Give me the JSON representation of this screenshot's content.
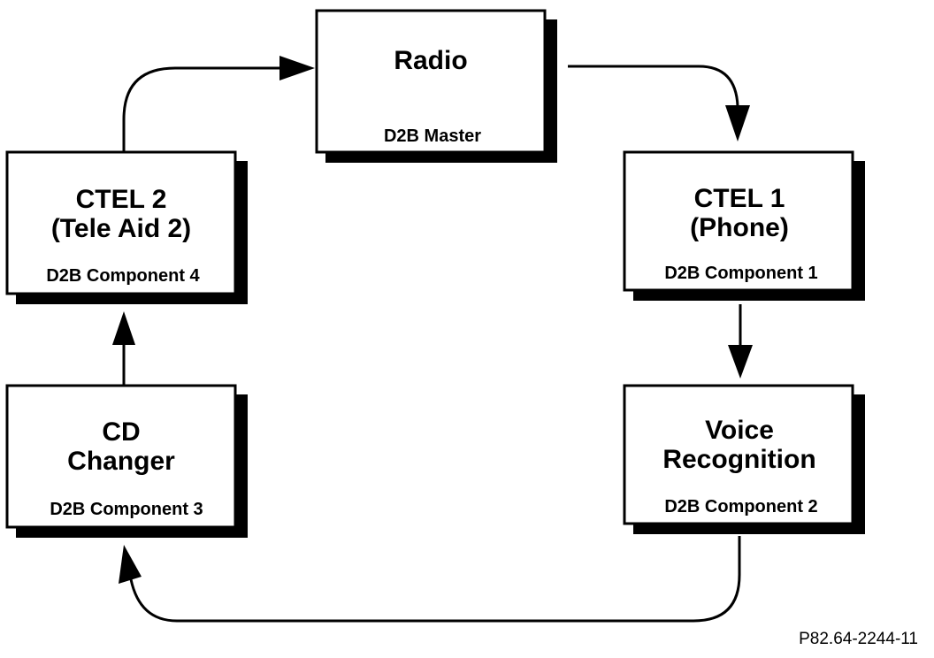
{
  "nodes": {
    "radio": {
      "title": [
        "Radio"
      ],
      "subtitle": "D2B Master"
    },
    "ctel1": {
      "title": [
        "CTEL 1",
        "(Phone)"
      ],
      "subtitle": "D2B Component 1"
    },
    "voice": {
      "title": [
        "Voice",
        "Recognition"
      ],
      "subtitle": "D2B Component 2"
    },
    "cd": {
      "title": [
        "CD",
        "Changer"
      ],
      "subtitle": "D2B Component 3"
    },
    "ctel2": {
      "title": [
        "CTEL 2",
        "(Tele Aid 2)"
      ],
      "subtitle": "D2B Component 4"
    }
  },
  "edges": [
    {
      "from": "radio",
      "to": "ctel1"
    },
    {
      "from": "ctel1",
      "to": "voice"
    },
    {
      "from": "voice",
      "to": "cd"
    },
    {
      "from": "cd",
      "to": "ctel2"
    },
    {
      "from": "ctel2",
      "to": "radio"
    }
  ],
  "figure_id": "P82.64-2244-11"
}
